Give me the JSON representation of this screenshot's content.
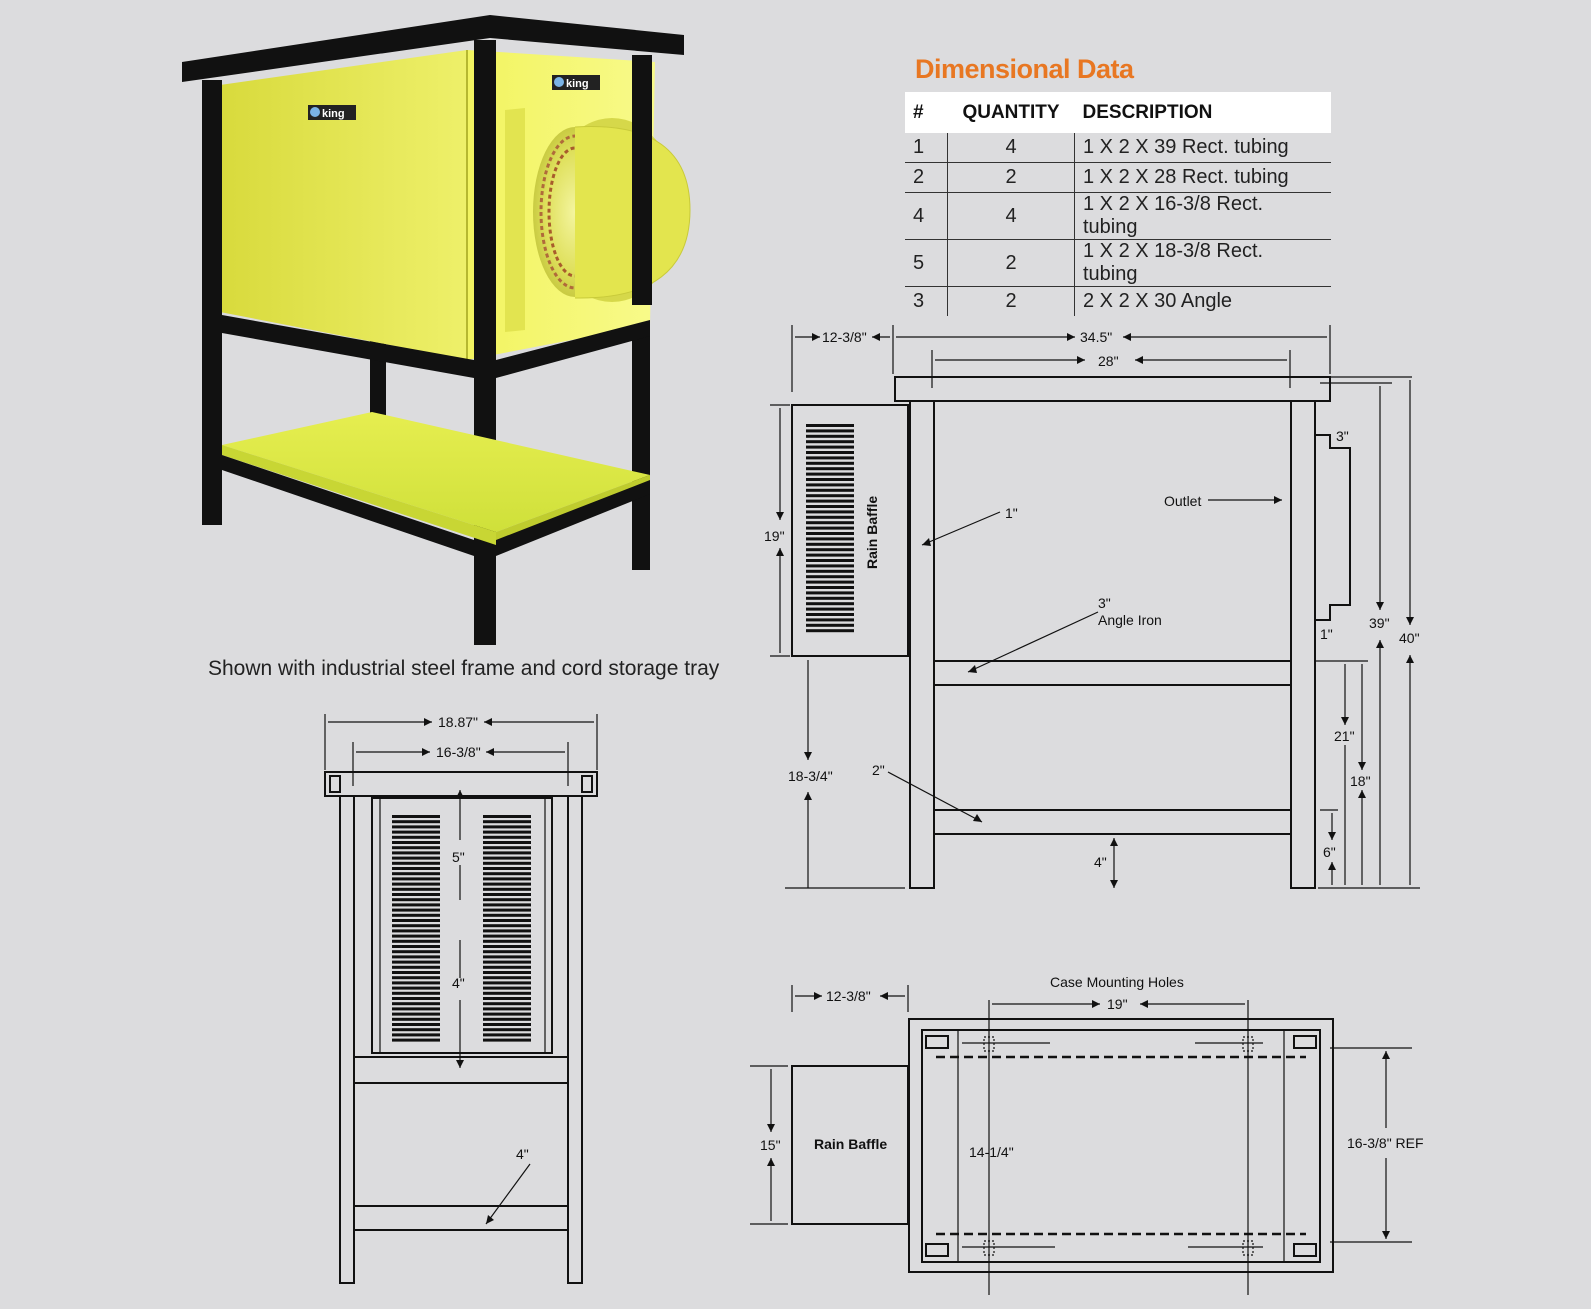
{
  "table": {
    "title": "Dimensional Data",
    "headers": [
      "#",
      "QUANTITY",
      "DESCRIPTION"
    ],
    "rows": [
      {
        "num": "1",
        "qty": "4",
        "desc": "1 X 2 X 39 Rect. tubing"
      },
      {
        "num": "2",
        "qty": "2",
        "desc": "1 X 2 X 28 Rect. tubing"
      },
      {
        "num": "4",
        "qty": "4",
        "desc": "1 X 2 X 16-3/8 Rect. tubing"
      },
      {
        "num": "5",
        "qty": "2",
        "desc": "1 X 2 X 18-3/8 Rect. tubing"
      },
      {
        "num": "3",
        "qty": "2",
        "desc": "2 X 2 X 30 Angle"
      }
    ]
  },
  "photo": {
    "caption": "Shown with industrial steel frame and cord storage tray",
    "logo_text": "king",
    "colors": {
      "frame": "#111111",
      "body": "#e2e445",
      "tray": "#e8ef50"
    }
  },
  "front_view": {
    "dims": {
      "overall_width": "18.87\"",
      "inner_width": "16-3/8\"",
      "top_gap": "5\"",
      "mid_gap": "4\"",
      "bottom_label": "4\""
    }
  },
  "side_view": {
    "dims": {
      "baffle_offset": "12-3/8\"",
      "top_width": "34.5\"",
      "inner_width": "28\"",
      "outlet_depth": "3\"",
      "outlet_bottom": "1\"",
      "baffle_height": "19\"",
      "baffle_clearance": "18-3/4\"",
      "frame_width_1": "1\"",
      "angle_size": "3\"",
      "shelf_label": "2\"",
      "bottom_gap": "4\"",
      "height_39": "39\"",
      "height_40": "40\"",
      "height_21": "21\"",
      "height_18": "18\"",
      "height_6": "6\""
    },
    "labels": {
      "rain_baffle": "Rain Baffle",
      "outlet": "Outlet",
      "angle_iron": "Angle Iron"
    }
  },
  "plan_view": {
    "title": "Case Mounting Holes",
    "dims": {
      "baffle_offset": "12-3/8\"",
      "hole_spacing": "19\"",
      "baffle_width": "15\"",
      "depth": "14-1/4\"",
      "ref": "16-3/8\" REF"
    },
    "labels": {
      "rain_baffle": "Rain Baffle"
    }
  }
}
